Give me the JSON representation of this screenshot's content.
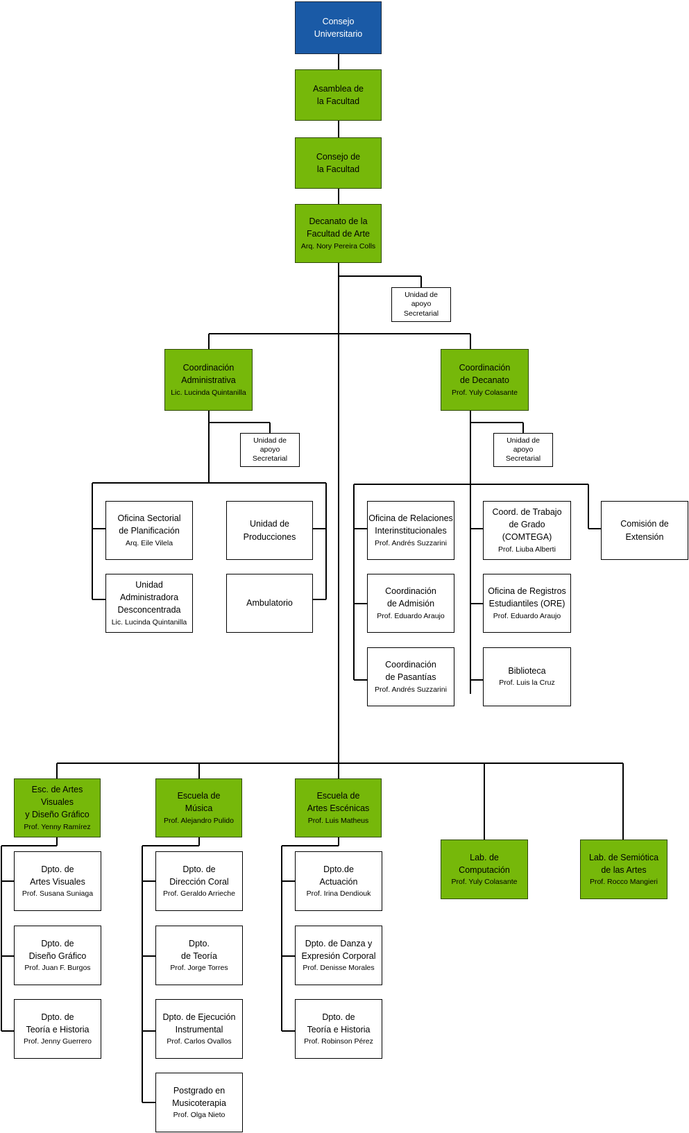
{
  "nodes": {
    "consejo_universitario": {
      "lines": [
        "Consejo",
        "Universitario"
      ],
      "sub": ""
    },
    "asamblea": {
      "lines": [
        "Asamblea de",
        "la Facultad"
      ],
      "sub": ""
    },
    "consejo_facultad": {
      "lines": [
        "Consejo de",
        "la Facultad"
      ],
      "sub": ""
    },
    "decanato": {
      "lines": [
        "Decanato de la",
        "Facultad de Arte"
      ],
      "sub": "Arq. Nory Pereira Colls"
    },
    "apoyo_decanato": {
      "lines": [
        "Unidad de",
        "apoyo",
        "Secretarial"
      ],
      "sub": ""
    },
    "coord_admin": {
      "lines": [
        "Coordinación",
        "Administrativa"
      ],
      "sub": "Lic. Lucinda Quintanilla"
    },
    "coord_decanato": {
      "lines": [
        "Coordinación",
        "de Decanato"
      ],
      "sub": "Prof. Yuly Colasante"
    },
    "apoyo_admin": {
      "lines": [
        "Unidad de",
        "apoyo",
        "Secretarial"
      ],
      "sub": ""
    },
    "apoyo_coord_decanato": {
      "lines": [
        "Unidad de",
        "apoyo",
        "Secretarial"
      ],
      "sub": ""
    },
    "oficina_planificacion": {
      "lines": [
        "Oficina Sectorial",
        "de Planificación"
      ],
      "sub": "Arq. Eile Vilela"
    },
    "unidad_producciones": {
      "lines": [
        "Unidad de",
        "Producciones"
      ],
      "sub": ""
    },
    "unidad_administradora": {
      "lines": [
        "Unidad Administradora",
        "Desconcentrada"
      ],
      "sub": "Lic. Lucinda Quintanilla"
    },
    "ambulatorio": {
      "lines": [
        "Ambulatorio"
      ],
      "sub": ""
    },
    "oficina_relaciones": {
      "lines": [
        "Oficina de Relaciones",
        "Interinstitucionales"
      ],
      "sub": "Prof. Andrés Suzzarini"
    },
    "coord_admision": {
      "lines": [
        "Coordinación",
        "de Admisión"
      ],
      "sub": "Prof. Eduardo Araujo"
    },
    "coord_pasantias": {
      "lines": [
        "Coordinación",
        "de Pasantías"
      ],
      "sub": "Prof. Andrés Suzzarini"
    },
    "comtega": {
      "lines": [
        "Coord. de Trabajo",
        "de Grado (COMTEGA)"
      ],
      "sub": "Prof. Liuba Alberti"
    },
    "ore": {
      "lines": [
        "Oficina de Registros",
        "Estudiantiles (ORE)"
      ],
      "sub": "Prof. Eduardo Araujo"
    },
    "biblioteca": {
      "lines": [
        "Biblioteca"
      ],
      "sub": "Prof. Luis la Cruz"
    },
    "comision_extension": {
      "lines": [
        "Comisión de",
        "Extensión"
      ],
      "sub": ""
    },
    "esc_artes_visuales": {
      "lines": [
        "Esc. de Artes Visuales",
        "y Diseño Gráfico"
      ],
      "sub": "Prof. Yenny Ramírez"
    },
    "esc_musica": {
      "lines": [
        "Escuela de",
        "Música"
      ],
      "sub": "Prof. Alejandro Pulido"
    },
    "esc_artes_escenicas": {
      "lines": [
        "Escuela de",
        "Artes Escénicas"
      ],
      "sub": "Prof. Luis Matheus"
    },
    "lab_computacion": {
      "lines": [
        "Lab. de",
        "Computación"
      ],
      "sub": "Prof. Yuly Colasante"
    },
    "lab_semiotica": {
      "lines": [
        "Lab. de Semiótica",
        "de las Artes"
      ],
      "sub": "Prof. Rocco Mangieri"
    },
    "dpto_artes_visuales": {
      "lines": [
        "Dpto. de",
        "Artes Visuales"
      ],
      "sub": "Prof. Susana Suniaga"
    },
    "dpto_diseno_grafico": {
      "lines": [
        "Dpto. de",
        "Diseño Gráfico"
      ],
      "sub": "Prof. Juan F. Burgos"
    },
    "dpto_teoria_historia_av": {
      "lines": [
        "Dpto. de",
        "Teoría e Historia"
      ],
      "sub": "Prof. Jenny Guerrero"
    },
    "dpto_direccion_coral": {
      "lines": [
        "Dpto. de",
        "Dirección Coral"
      ],
      "sub": "Prof. Geraldo Arrieche"
    },
    "dpto_teoria_musica": {
      "lines": [
        "Dpto.",
        "de Teoría"
      ],
      "sub": "Prof. Jorge Torres"
    },
    "dpto_ejecucion": {
      "lines": [
        "Dpto. de Ejecución",
        "Instrumental"
      ],
      "sub": "Prof. Carlos Ovallos"
    },
    "postgrado_musicoterapia": {
      "lines": [
        "Postgrado en",
        "Musicoterapia"
      ],
      "sub": "Prof. Olga Nieto"
    },
    "dpto_actuacion": {
      "lines": [
        "Dpto.de",
        "Actuación"
      ],
      "sub": "Prof. Irina Dendiouk"
    },
    "dpto_danza": {
      "lines": [
        "Dpto. de Danza y",
        "Expresión Corporal"
      ],
      "sub": "Prof. Denisse Morales"
    },
    "dpto_teoria_historia_ae": {
      "lines": [
        "Dpto. de",
        "Teoría e Historia"
      ],
      "sub": "Prof. Robinson Pérez"
    }
  },
  "colors": {
    "blue": "#1a5aa6",
    "green": "#76b80a",
    "white": "#ffffff",
    "line": "#000000"
  }
}
